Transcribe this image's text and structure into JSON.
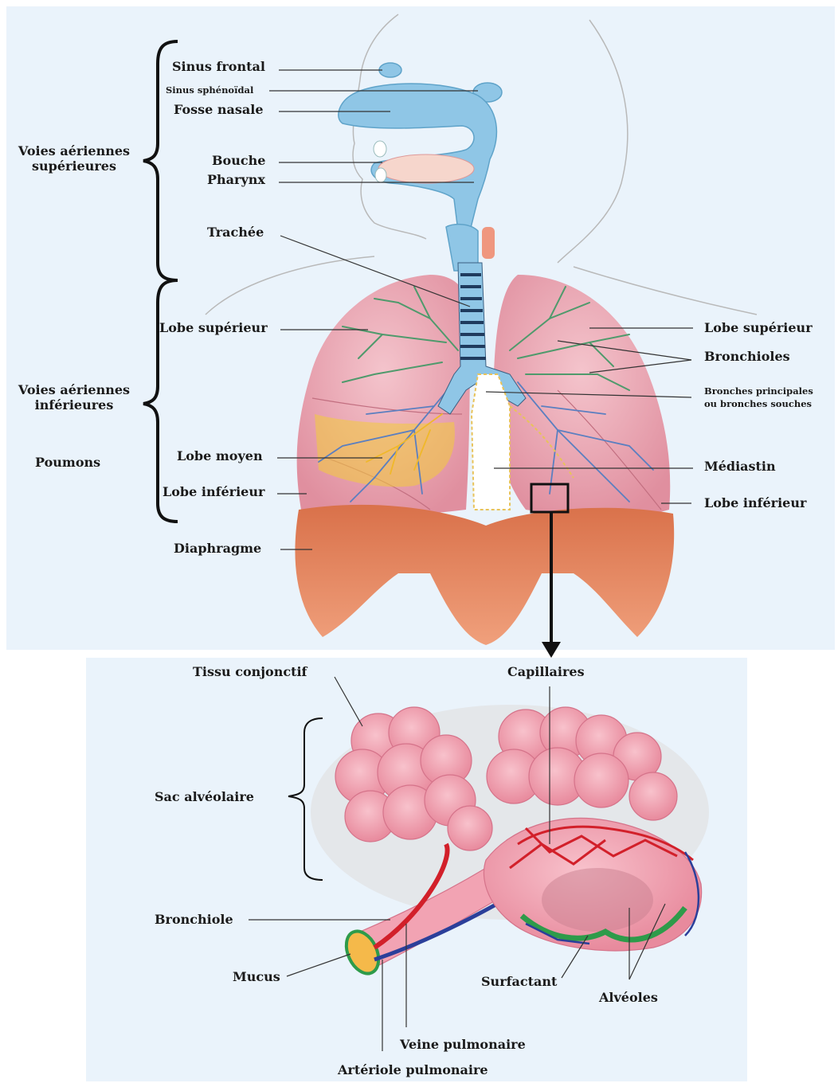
{
  "labels": {
    "sinus_frontal": "Sinus frontal",
    "sinus_sphenoidal": "Sinus sphénoïdal",
    "fosse_nasale": "Fosse nasale",
    "bouche": "Bouche",
    "pharynx": "Pharynx",
    "trachee": "Trachée",
    "lobe_superieur_left": "Lobe supérieur",
    "lobe_moyen": "Lobe moyen",
    "lobe_inferieur_left": "Lobe inférieur",
    "diaphragme": "Diaphragme",
    "lobe_superieur_right": "Lobe supérieur",
    "bronchioles": "Bronchioles",
    "bronches_line1": "Bronches principales",
    "bronches_line2": "ou bronches  souches",
    "mediastin": "Médiastin",
    "lobe_inferieur_right": "Lobe inférieur"
  },
  "groups": {
    "voies_sup_line1": "Voies aériennes",
    "voies_sup_line2": "supérieures",
    "voies_inf_line1": "Voies aériennes",
    "voies_inf_line2": "inférieures",
    "poumons": "Poumons"
  },
  "detail_labels": {
    "tissu_conjonctif": "Tissu conjonctif",
    "capillaires": "Capillaires",
    "sac_alveolaire": "Sac alvéolaire",
    "bronchiole": "Bronchiole",
    "mucus": "Mucus",
    "surfactant": "Surfactant",
    "alveoles": "Alvéoles",
    "veine_pulmonaire": "Veine pulmonaire",
    "arteriole_pulmonaire": "Artériole pulmonaire"
  },
  "colors": {
    "panel_bg": "#eaf3fb",
    "airway_blue": "#8fc6e6",
    "lung_pink": "#e9a0ad",
    "bronchi_green": "#4f9a6c",
    "bronchi_blue": "#5b7fc0",
    "lobe_yellow": "#f2cc3a",
    "diaphragm": "#e58a5e",
    "alveoli_pink": "#f2a3b3",
    "artery_red": "#d2202a",
    "vein_blue": "#2b3f9a",
    "surfactant_green": "#2e9b4a"
  }
}
